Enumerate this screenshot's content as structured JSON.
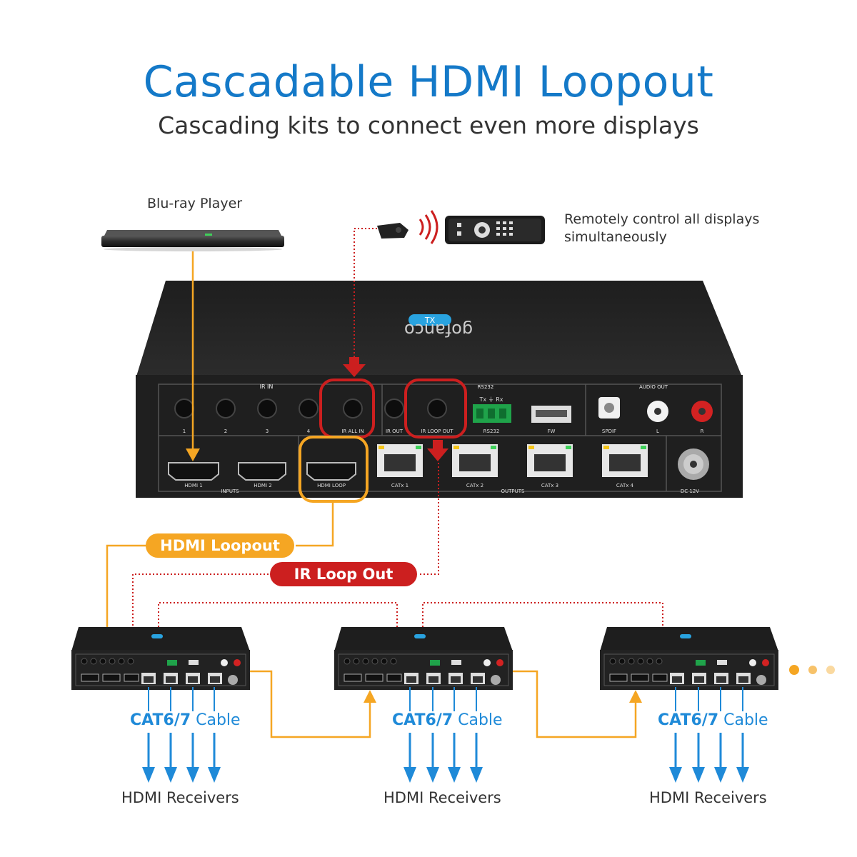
{
  "title": "Cascadable HDMI Loopout",
  "subtitle": "Cascading kits to connect even more displays",
  "source_label": "Blu-ray Player",
  "remote_label_line1": "Remotely control all displays",
  "remote_label_line2": "simultaneously",
  "device": {
    "brand": "gofanco",
    "badge": "TX",
    "ir_in_header": "IR IN",
    "ir_ports": [
      "1",
      "2",
      "3",
      "4",
      "IR ALL IN",
      "IR OUT",
      "IR LOOP OUT"
    ],
    "rs232_header": "RS232",
    "rs232_sub": "Tx  ⏚  Rx",
    "rs232_label": "RS232",
    "fw_label": "FW",
    "audio_header": "AUDIO OUT",
    "spdif_label": "SPDIF",
    "audio_l": "L",
    "audio_r": "R",
    "hdmi_ports": [
      "HDMI 1",
      "HDMI 2",
      "HDMI LOOP"
    ],
    "inputs_label": "INPUTS",
    "cat_ports": [
      "CATx 1",
      "CATx 2",
      "CATx 3",
      "CATx 4"
    ],
    "outputs_label": "OUTPUTS",
    "dc_label": "DC 12V"
  },
  "pills": {
    "hdmi_loopout": "HDMI Loopout",
    "ir_loop_out": "IR Loop Out"
  },
  "cable_bold": "CAT6/7",
  "cable_rest": " Cable",
  "receivers": "HDMI Receivers",
  "colors": {
    "title": "#1479c8",
    "orange": "#f5a623",
    "red": "#cc1f1f",
    "blue": "#1f8ad8",
    "device": "#222222"
  }
}
